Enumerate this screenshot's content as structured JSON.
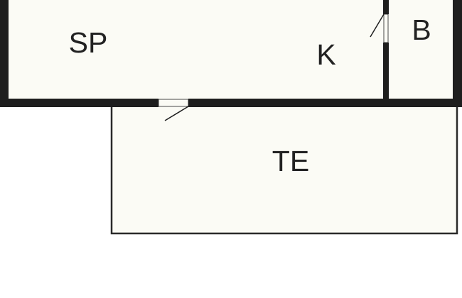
{
  "floorplan": {
    "rooms": [
      {
        "id": "sp",
        "label": "SP"
      },
      {
        "id": "k",
        "label": "K"
      },
      {
        "id": "b",
        "label": "B"
      },
      {
        "id": "te",
        "label": "TE"
      }
    ]
  },
  "colors": {
    "room_fill": "#fbfbf5",
    "wall": "#1e1e1e",
    "terrace_outline": "#2a2a2a",
    "label": "#222222",
    "background": "#ffffff"
  }
}
